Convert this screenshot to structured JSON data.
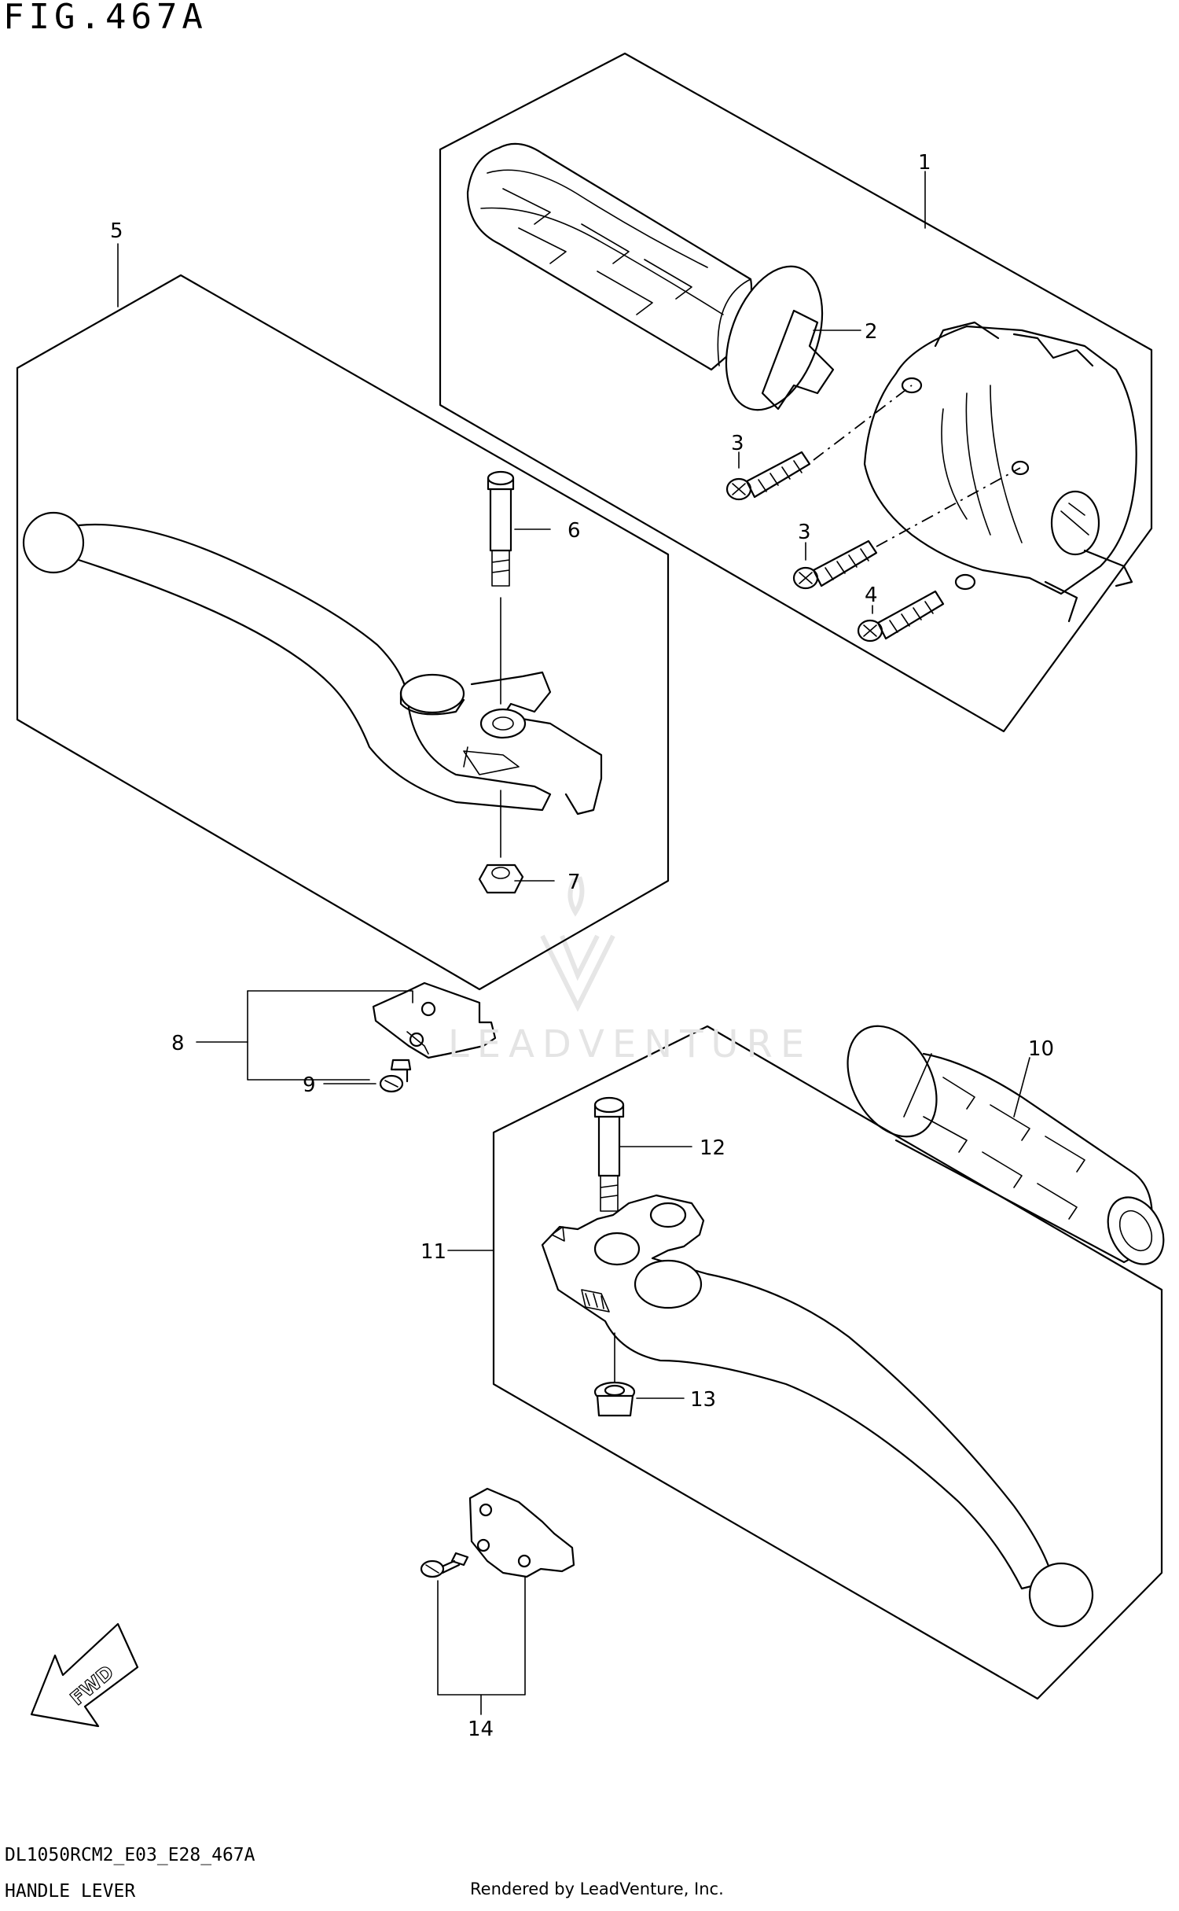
{
  "figure": {
    "title": "FIG.467A",
    "code": "DL1050RCM2_E03_E28_467A",
    "name": "HANDLE LEVER",
    "credit": "Rendered by LeadVenture, Inc.",
    "watermark": "LEADVENTURE"
  },
  "callouts": [
    {
      "id": "1",
      "part": "right-grip-throttle-assembly"
    },
    {
      "id": "2",
      "part": "throttle-grip"
    },
    {
      "id": "3",
      "part": "screw"
    },
    {
      "id": "3",
      "part": "screw"
    },
    {
      "id": "4",
      "part": "screw"
    },
    {
      "id": "5",
      "part": "front-brake-lever-set"
    },
    {
      "id": "6",
      "part": "pivot-bolt"
    },
    {
      "id": "7",
      "part": "nut"
    },
    {
      "id": "8",
      "part": "front-stop-switch-set"
    },
    {
      "id": "9",
      "part": "screw"
    },
    {
      "id": "10",
      "part": "left-handlebar-grip"
    },
    {
      "id": "11",
      "part": "clutch-lever-set"
    },
    {
      "id": "12",
      "part": "pivot-bolt"
    },
    {
      "id": "13",
      "part": "nut"
    },
    {
      "id": "14",
      "part": "clutch-switch-set"
    }
  ],
  "fwd_label": "FWD"
}
